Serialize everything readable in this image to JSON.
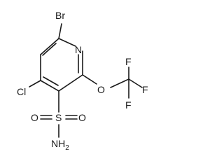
{
  "molecule": {
    "atoms": {
      "br": "Br",
      "n": "N",
      "cl": "Cl",
      "o": "O",
      "f1": "F",
      "f2": "F",
      "f3": "F",
      "s": "S",
      "o_left": "O",
      "o_right": "O",
      "nh": "NH",
      "nh_sub": "2"
    }
  },
  "colors": {
    "ink": "#1a1a1a",
    "background": "#ffffff"
  }
}
